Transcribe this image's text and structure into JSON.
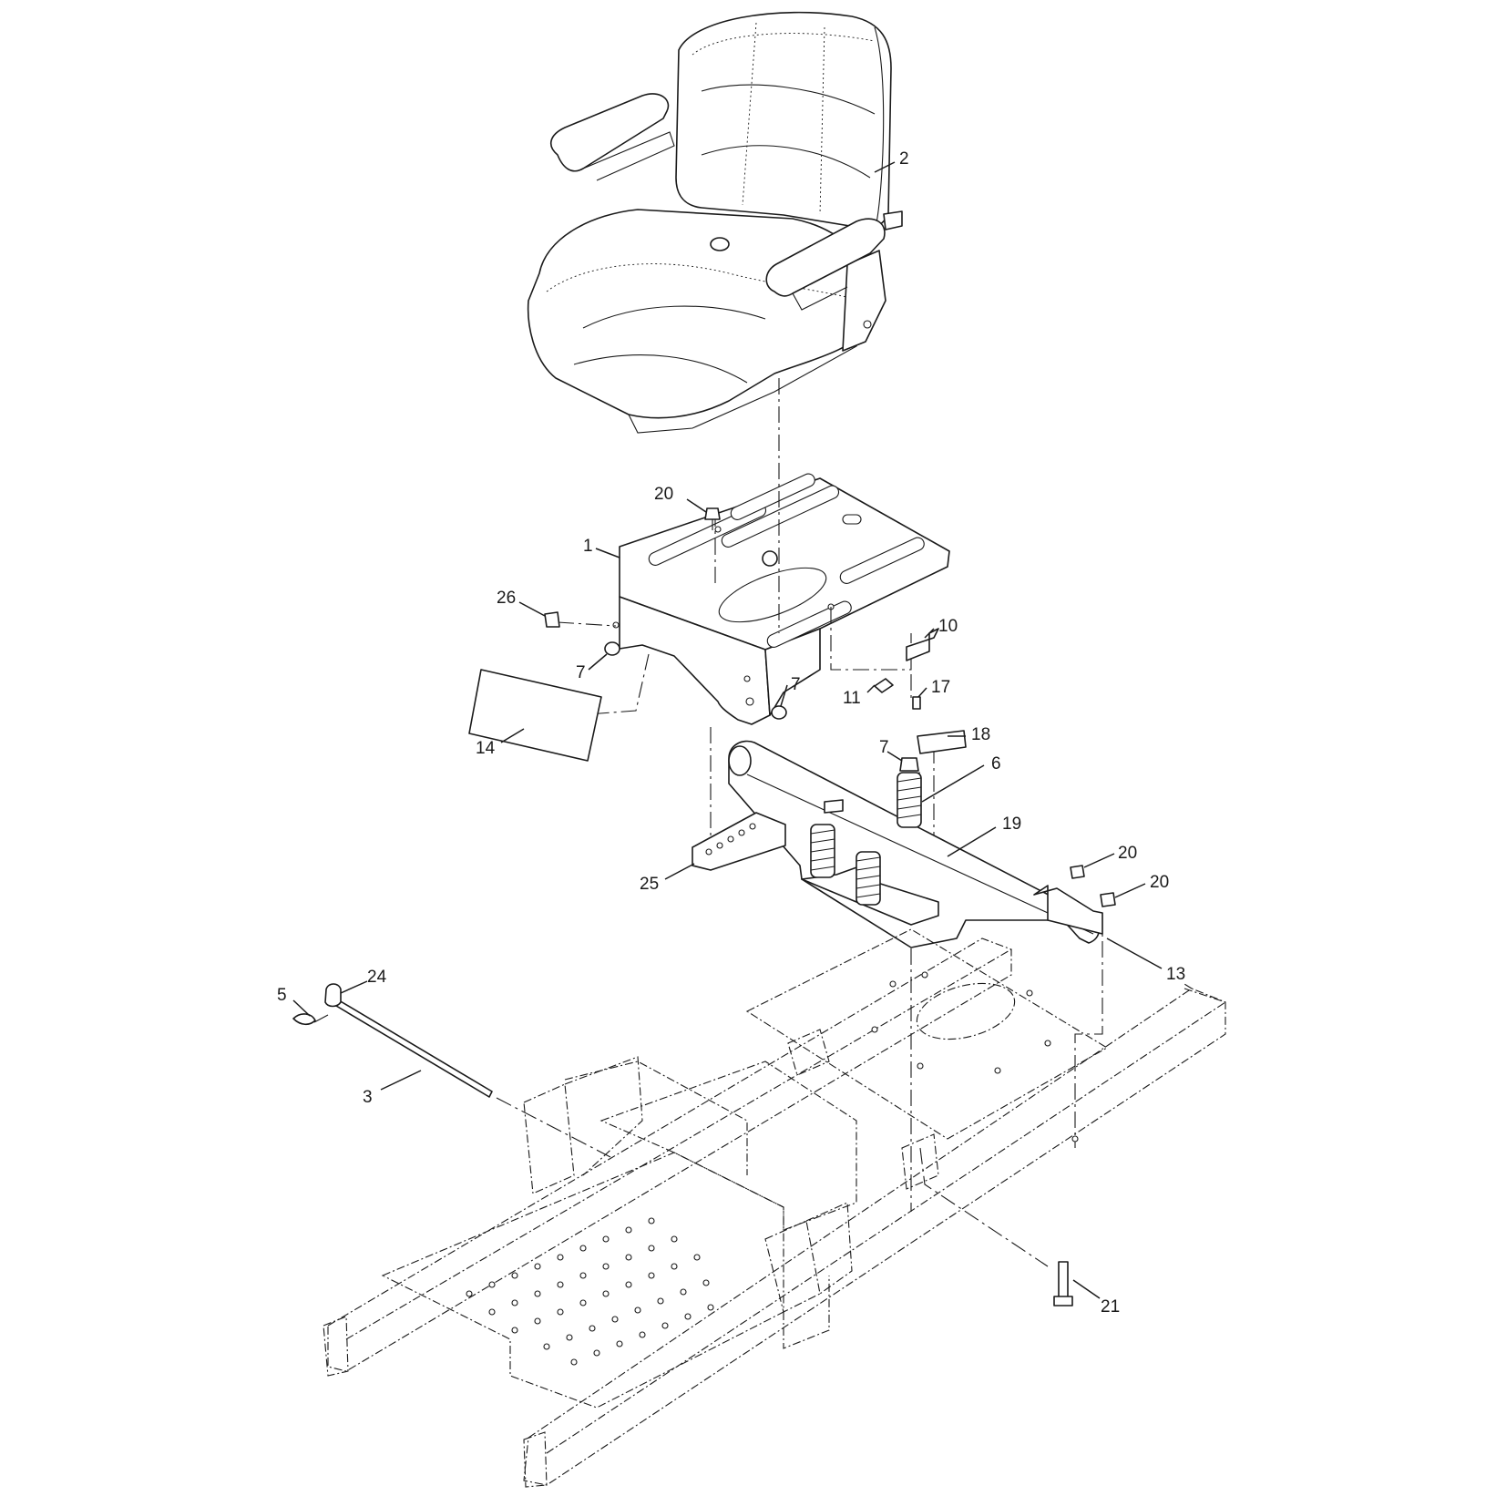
{
  "callouts": [
    {
      "id": "c2",
      "label": "2"
    },
    {
      "id": "c20a",
      "label": "20"
    },
    {
      "id": "c1",
      "label": "1"
    },
    {
      "id": "c26",
      "label": "26"
    },
    {
      "id": "c7a",
      "label": "7"
    },
    {
      "id": "c7b",
      "label": "7"
    },
    {
      "id": "c10",
      "label": "10"
    },
    {
      "id": "c11",
      "label": "11"
    },
    {
      "id": "c17",
      "label": "17"
    },
    {
      "id": "c14",
      "label": "14"
    },
    {
      "id": "c18",
      "label": "18"
    },
    {
      "id": "c7c",
      "label": "7"
    },
    {
      "id": "c6",
      "label": "6"
    },
    {
      "id": "c19",
      "label": "19"
    },
    {
      "id": "c20b",
      "label": "20"
    },
    {
      "id": "c20c",
      "label": "20"
    },
    {
      "id": "c25",
      "label": "25"
    },
    {
      "id": "c13",
      "label": "13"
    },
    {
      "id": "c24",
      "label": "24"
    },
    {
      "id": "c5",
      "label": "5"
    },
    {
      "id": "c3",
      "label": "3"
    },
    {
      "id": "c21",
      "label": "21"
    }
  ]
}
